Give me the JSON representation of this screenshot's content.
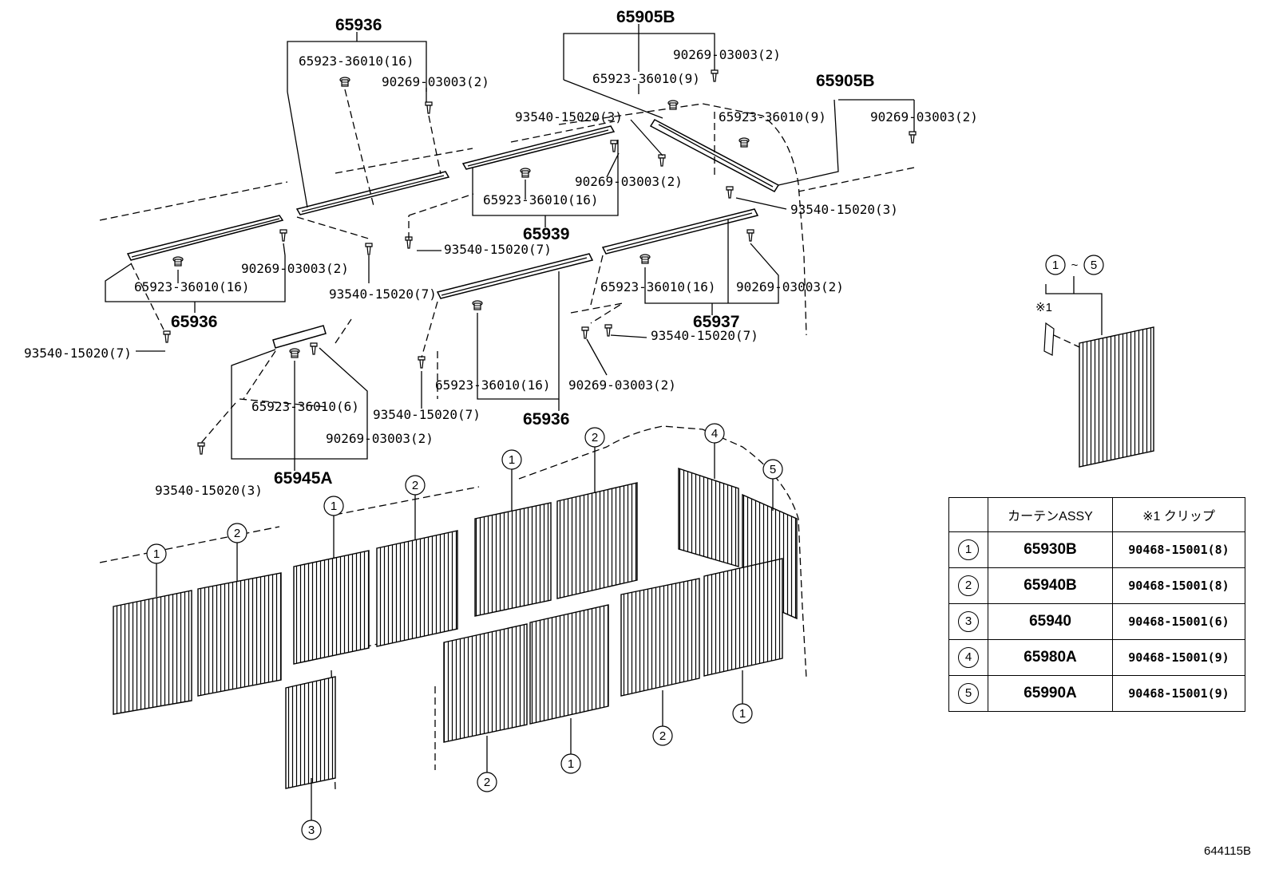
{
  "labels": {
    "t1": "65936",
    "t2": "65905B",
    "t3": "65923-36010(16)",
    "t4": "90269-03003(2)",
    "t5": "90269-03003(2)",
    "t6": "65923-36010(9)",
    "t7": "65905B",
    "t8": "93540-15020(3)",
    "t9": "65923-36010(9)",
    "t10": "90269-03003(2)",
    "t11": "90269-03003(2)",
    "t12": "65923-36010(16)",
    "t13": "93540-15020(3)",
    "t14": "65939",
    "t15": "93540-15020(7)",
    "t16": "90269-03003(2)",
    "t17": "65923-36010(16)",
    "t18": "65936",
    "t19": "93540-15020(7)",
    "t20": "65923-36010(16)",
    "t21": "90269-03003(2)",
    "t22": "65937",
    "t23": "93540-15020(7)",
    "t24": "93540-15020(7)",
    "t25": "65923-36010(16)",
    "t26": "90269-03003(2)",
    "t27": "65923-36010(6)",
    "t28": "93540-15020(7)",
    "t29": "65936",
    "t30": "90269-03003(2)",
    "t31": "65945A",
    "t32": "93540-15020(3)"
  },
  "callouts": {
    "c1": "1",
    "c2": "2",
    "c3": "3",
    "c4": "4",
    "c5": "5",
    "range_start": "1",
    "range_sep": "~",
    "range_end": "5",
    "note_mark": "※1"
  },
  "legend": {
    "headers": [
      "",
      "カーテンASSY",
      "※1 クリップ"
    ],
    "rows": [
      {
        "num": "1",
        "assy": "65930B",
        "clip": "90468-15001(8)"
      },
      {
        "num": "2",
        "assy": "65940B",
        "clip": "90468-15001(8)"
      },
      {
        "num": "3",
        "assy": "65940",
        "clip": "90468-15001(6)"
      },
      {
        "num": "4",
        "assy": "65980A",
        "clip": "90468-15001(9)"
      },
      {
        "num": "5",
        "assy": "65990A",
        "clip": "90468-15001(9)"
      }
    ]
  },
  "catalog_code": "644115B"
}
